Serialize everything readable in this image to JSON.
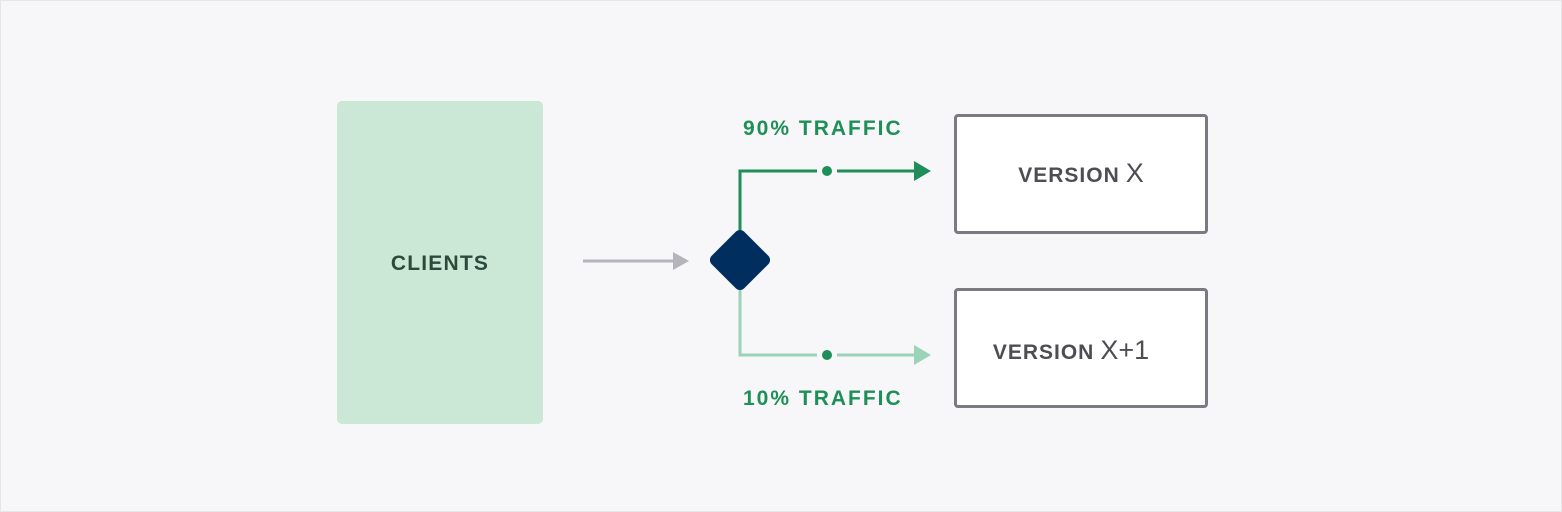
{
  "diagram": {
    "title": "Canary release traffic split",
    "source": {
      "label": "CLIENTS"
    },
    "router": {
      "shape": "diamond",
      "color": "#002f5f"
    },
    "targets": [
      {
        "label": "VERSION",
        "variant": "X",
        "traffic_label": "90% TRAFFIC",
        "traffic_percent": 90,
        "line_color": "#1e8f58"
      },
      {
        "label": "VERSION",
        "variant": "X+1",
        "traffic_label": "10% TRAFFIC",
        "traffic_percent": 10,
        "line_color": "#9bd3b8"
      }
    ],
    "colors": {
      "background": "#f7f6f9",
      "clients_fill": "#cbe7d5",
      "clients_text": "#2a4b3c",
      "input_arrow": "#b5b4bd",
      "label_green": "#1e8f58",
      "dot_green": "#1e8f58",
      "box_border": "#7b7a80",
      "box_text": "#4e4d53"
    }
  }
}
